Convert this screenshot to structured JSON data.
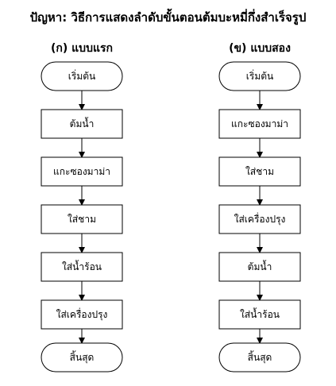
{
  "title": "ปัญหา: วิธีการแสดงลำดับขั้นตอนต้มบะหมี่กึ่งสำเร็จรูป",
  "columns": [
    {
      "heading": "(ก) แบบแรก",
      "steps": [
        "เริ่มต้น",
        "ต้มน้ำ",
        "แกะซองมาม่า",
        "ใส่ชาม",
        "ใส่น้ำร้อน",
        "ใส่เครื่องปรุง",
        "สิ้นสุด"
      ]
    },
    {
      "heading": "(ข) แบบสอง",
      "steps": [
        "เริ่มต้น",
        "แกะซองมาม่า",
        "ใส่ชาม",
        "ใส่เครื่องปรุง",
        "ต้มน้ำ",
        "ใส่น้ำร้อน",
        "สิ้นสุด"
      ]
    }
  ]
}
